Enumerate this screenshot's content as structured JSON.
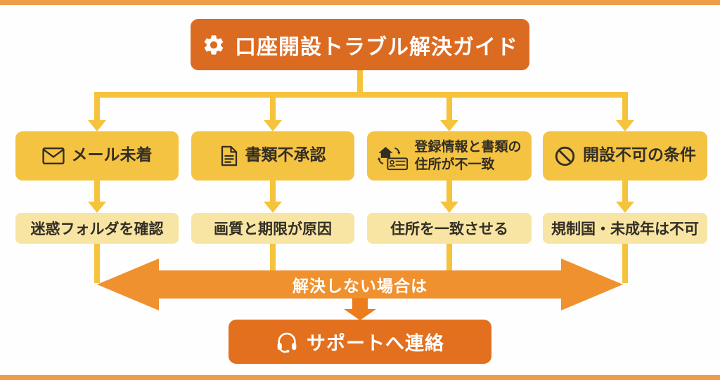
{
  "header": {
    "title": "口座開設トラブル解決ガイド",
    "icon": "gear-icon"
  },
  "branches": [
    {
      "icon": "mail-icon",
      "lines": [
        "メール未着"
      ],
      "solution": "迷惑フォルダを確認"
    },
    {
      "icon": "document-icon",
      "lines": [
        "書類不承認"
      ],
      "solution": "画質と期限が原因"
    },
    {
      "icon": "address-mismatch-icon",
      "lines": [
        "登録情報と書類の",
        "住所が不一致"
      ],
      "solution": "住所を一致させる"
    },
    {
      "icon": "prohibited-icon",
      "lines": [
        "開設不可の条件"
      ],
      "solution": "規制国・未成年は不可"
    }
  ],
  "fallback": {
    "label": "解決しない場合は"
  },
  "support": {
    "icon": "headset-icon",
    "label": "サポートへ連絡"
  },
  "colors": {
    "background": "#FEFEFE",
    "edge_bar": "#EF9C4A",
    "header_bg": "#DC6B22",
    "support_bg": "#E2701E",
    "problem_bg": "#F5C342",
    "solution_bg": "#F8E5A4",
    "connector": "#F5C33C",
    "big_arrow": "#F09130",
    "down_arrow": "#EC7D1D",
    "text_dark": "#332E24",
    "text_light": "#FFFFFF"
  }
}
